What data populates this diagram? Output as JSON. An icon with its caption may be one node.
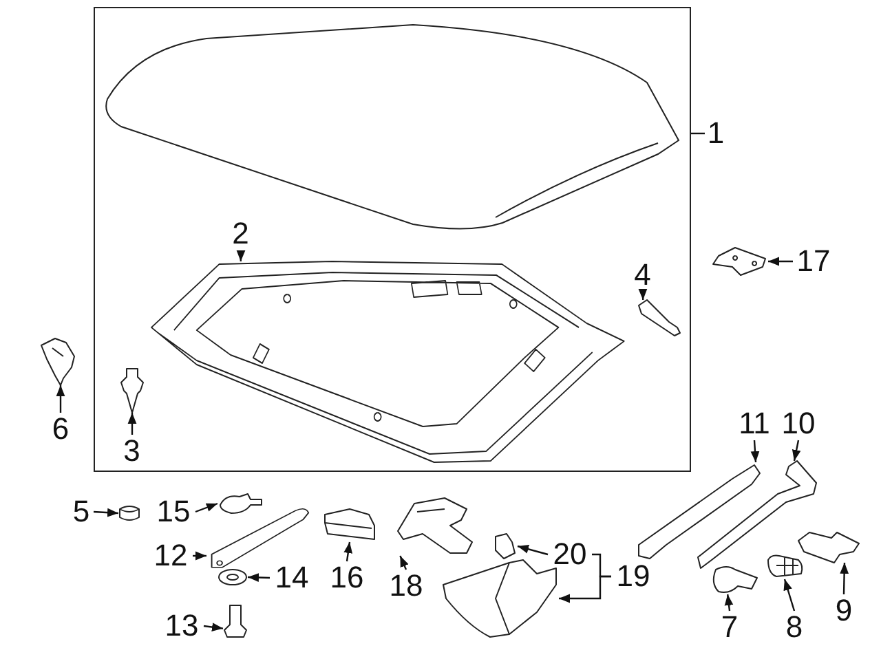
{
  "diagram": {
    "nodes": [
      {
        "text": [],
        "shape": "box"
      },
      {
        "text": [
          "2"
        ],
        "in": 0
      },
      {
        "text": [],
        "shape": "picture",
        "in": 0
      },
      {
        "text": [
          "4"
        ],
        "in": 0
      },
      {
        "text": [],
        "shape": "picture",
        "in": 0
      },
      {
        "text": [
          "3"
        ],
        "in": 0
      },
      {
        "text": [],
        "shape": "picture",
        "in": 0
      },
      {
        "text": [
          "1"
        ]
      },
      {
        "text": [
          "17"
        ]
      },
      {
        "text": [],
        "shape": "picture"
      },
      {
        "text": [],
        "shape": "picture"
      },
      {
        "text": [
          "6"
        ]
      },
      {
        "text": [
          "5"
        ]
      },
      {
        "text": [],
        "shape": "picture"
      },
      {
        "text": [
          "15"
        ]
      },
      {
        "text": [],
        "shape": "picture"
      },
      {
        "text": [
          "12"
        ]
      },
      {
        "text": [],
        "shape": "picture"
      },
      {
        "text": [
          "14"
        ]
      },
      {
        "text": [],
        "shape": "circle"
      },
      {
        "text": [
          "13"
        ]
      },
      {
        "text": [],
        "shape": "picture"
      },
      {
        "text": [
          "16"
        ]
      },
      {
        "text": [],
        "shape": "picture"
      },
      {
        "text": [
          "18"
        ]
      },
      {
        "text": [],
        "shape": "picture"
      },
      {
        "text": [
          "20"
        ]
      },
      {
        "text": [],
        "shape": "picture"
      },
      {
        "text": [
          "19"
        ]
      },
      {
        "text": [],
        "shape": "picture"
      },
      {
        "text": [
          "11"
        ]
      },
      {
        "text": [],
        "shape": "picture"
      },
      {
        "text": [
          "10"
        ]
      },
      {
        "text": [],
        "shape": "picture"
      },
      {
        "text": [
          "7"
        ]
      },
      {
        "text": [],
        "shape": "picture"
      },
      {
        "text": [
          "8"
        ]
      },
      {
        "text": [],
        "shape": "picture"
      },
      {
        "text": [
          "9"
        ]
      },
      {
        "text": [],
        "shape": "picture"
      }
    ],
    "edges": [
      {
        "from": 1,
        "to": 2,
        "arrow": "to"
      },
      {
        "from": 3,
        "to": 4,
        "arrow": "to"
      },
      {
        "from": 5,
        "to": 6,
        "arrow": "to"
      },
      {
        "from": 7,
        "to": 0,
        "arrow": "none"
      },
      {
        "from": 8,
        "to": 9,
        "arrow": "to"
      },
      {
        "from": 11,
        "to": 10,
        "arrow": "to"
      },
      {
        "from": 12,
        "to": 13,
        "arrow": "to"
      },
      {
        "from": 14,
        "to": 15,
        "arrow": "to"
      },
      {
        "from": 16,
        "to": 17,
        "arrow": "to"
      },
      {
        "from": 18,
        "to": 19,
        "arrow": "to"
      },
      {
        "from": 20,
        "to": 21,
        "arrow": "to"
      },
      {
        "from": 22,
        "to": 23,
        "arrow": "to"
      },
      {
        "from": 24,
        "to": 25,
        "arrow": "to"
      },
      {
        "from": 26,
        "to": 27,
        "arrow": "to"
      },
      {
        "from": 28,
        "to": 26,
        "arrow": "none"
      },
      {
        "from": 28,
        "to": 29,
        "arrow": "to"
      },
      {
        "from": 30,
        "to": 31,
        "arrow": "to"
      },
      {
        "from": 32,
        "to": 33,
        "arrow": "to"
      },
      {
        "from": 34,
        "to": 35,
        "arrow": "to"
      },
      {
        "from": 36,
        "to": 37,
        "arrow": "to"
      },
      {
        "from": 38,
        "to": 39,
        "arrow": "to"
      }
    ]
  }
}
